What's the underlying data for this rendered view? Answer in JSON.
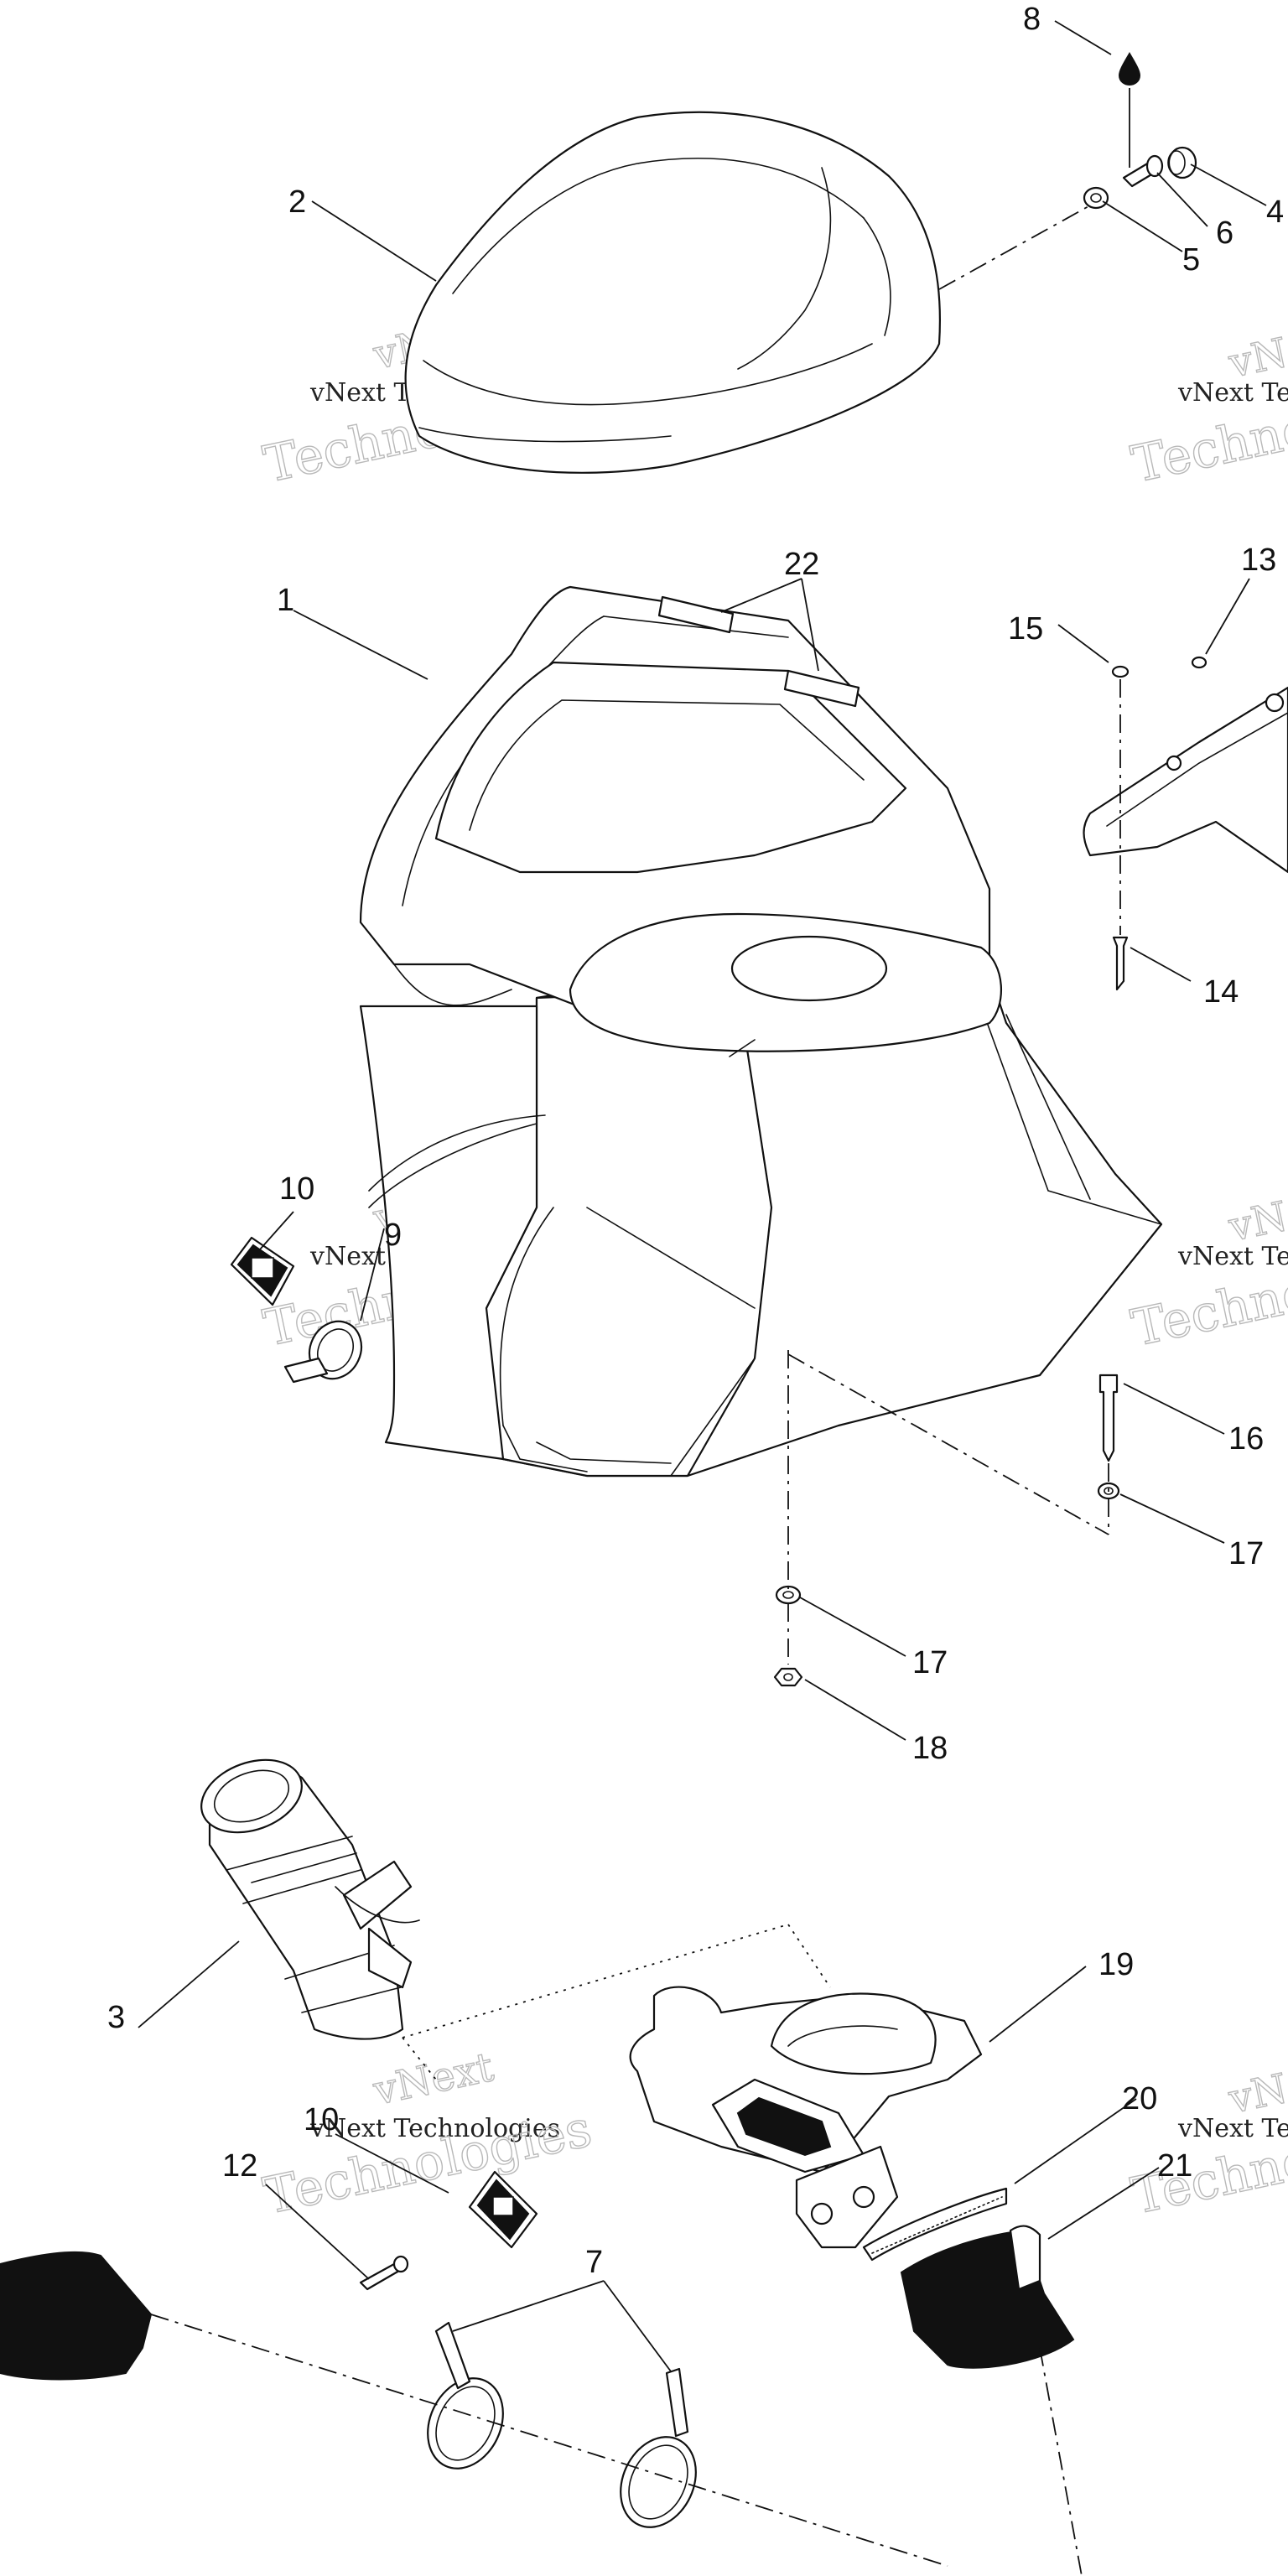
{
  "diagram": {
    "callouts": [
      "1",
      "2",
      "3",
      "4",
      "5",
      "6",
      "7",
      "8",
      "9",
      "10",
      "10",
      "12",
      "13",
      "14",
      "15",
      "16",
      "17",
      "17",
      "18",
      "19",
      "20",
      "21",
      "22"
    ],
    "watermarks": {
      "line1": "vNext",
      "line2": "vNext Technologies",
      "line3": "Technologies"
    },
    "colors": {
      "ink": "#111111",
      "paper": "#ffffff",
      "watermark": "#b9b9b9"
    },
    "icons": [
      "oil-drop-icon"
    ]
  }
}
